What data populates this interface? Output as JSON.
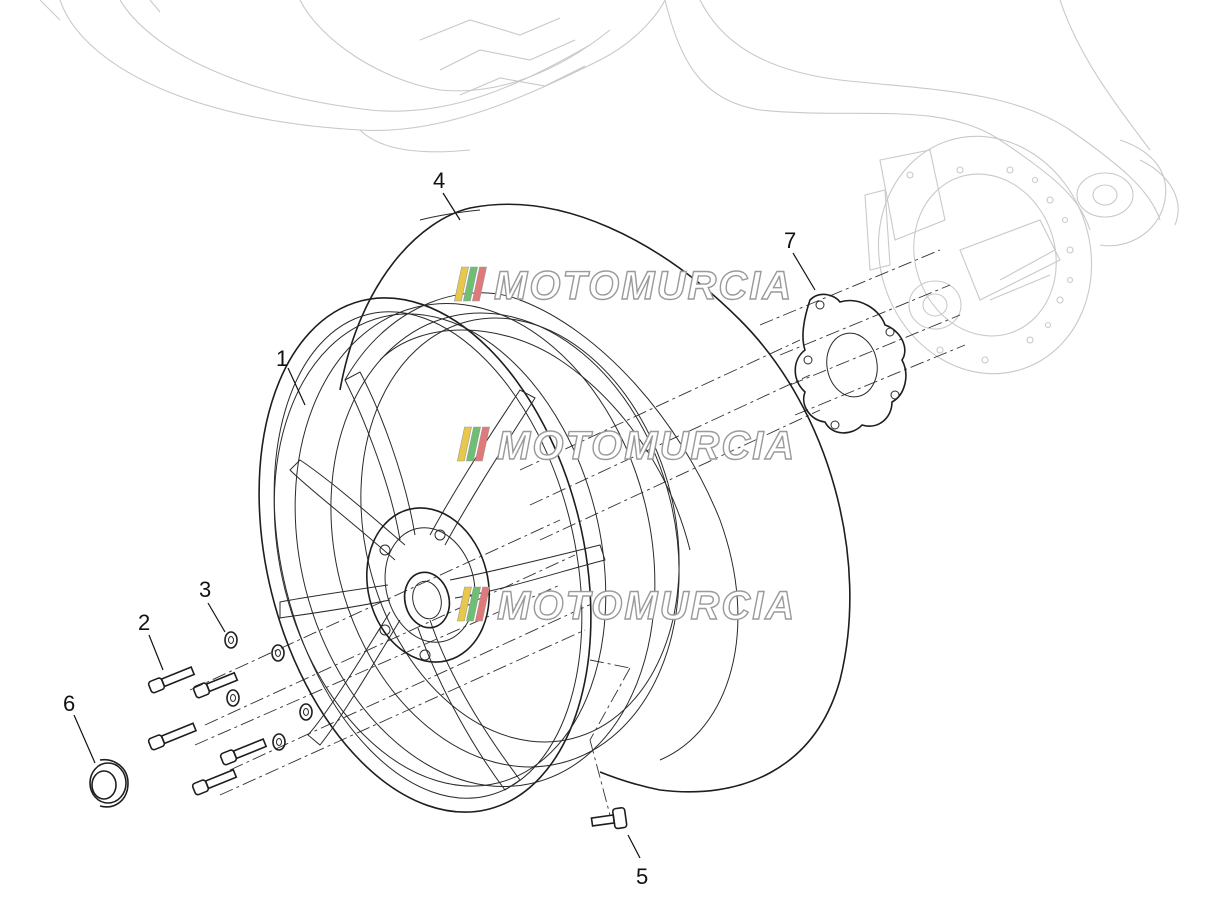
{
  "watermark": {
    "text": "MOTOMURCIA",
    "stripe_colors": [
      "#e8c84a",
      "#6fbf73",
      "#e07a7a"
    ]
  },
  "callouts": [
    {
      "id": "rim",
      "label": "1"
    },
    {
      "id": "screw",
      "label": "2"
    },
    {
      "id": "washer",
      "label": "3"
    },
    {
      "id": "tyre",
      "label": "4"
    },
    {
      "id": "valve",
      "label": "5"
    },
    {
      "id": "nut",
      "label": "6"
    },
    {
      "id": "plate",
      "label": "7"
    }
  ]
}
